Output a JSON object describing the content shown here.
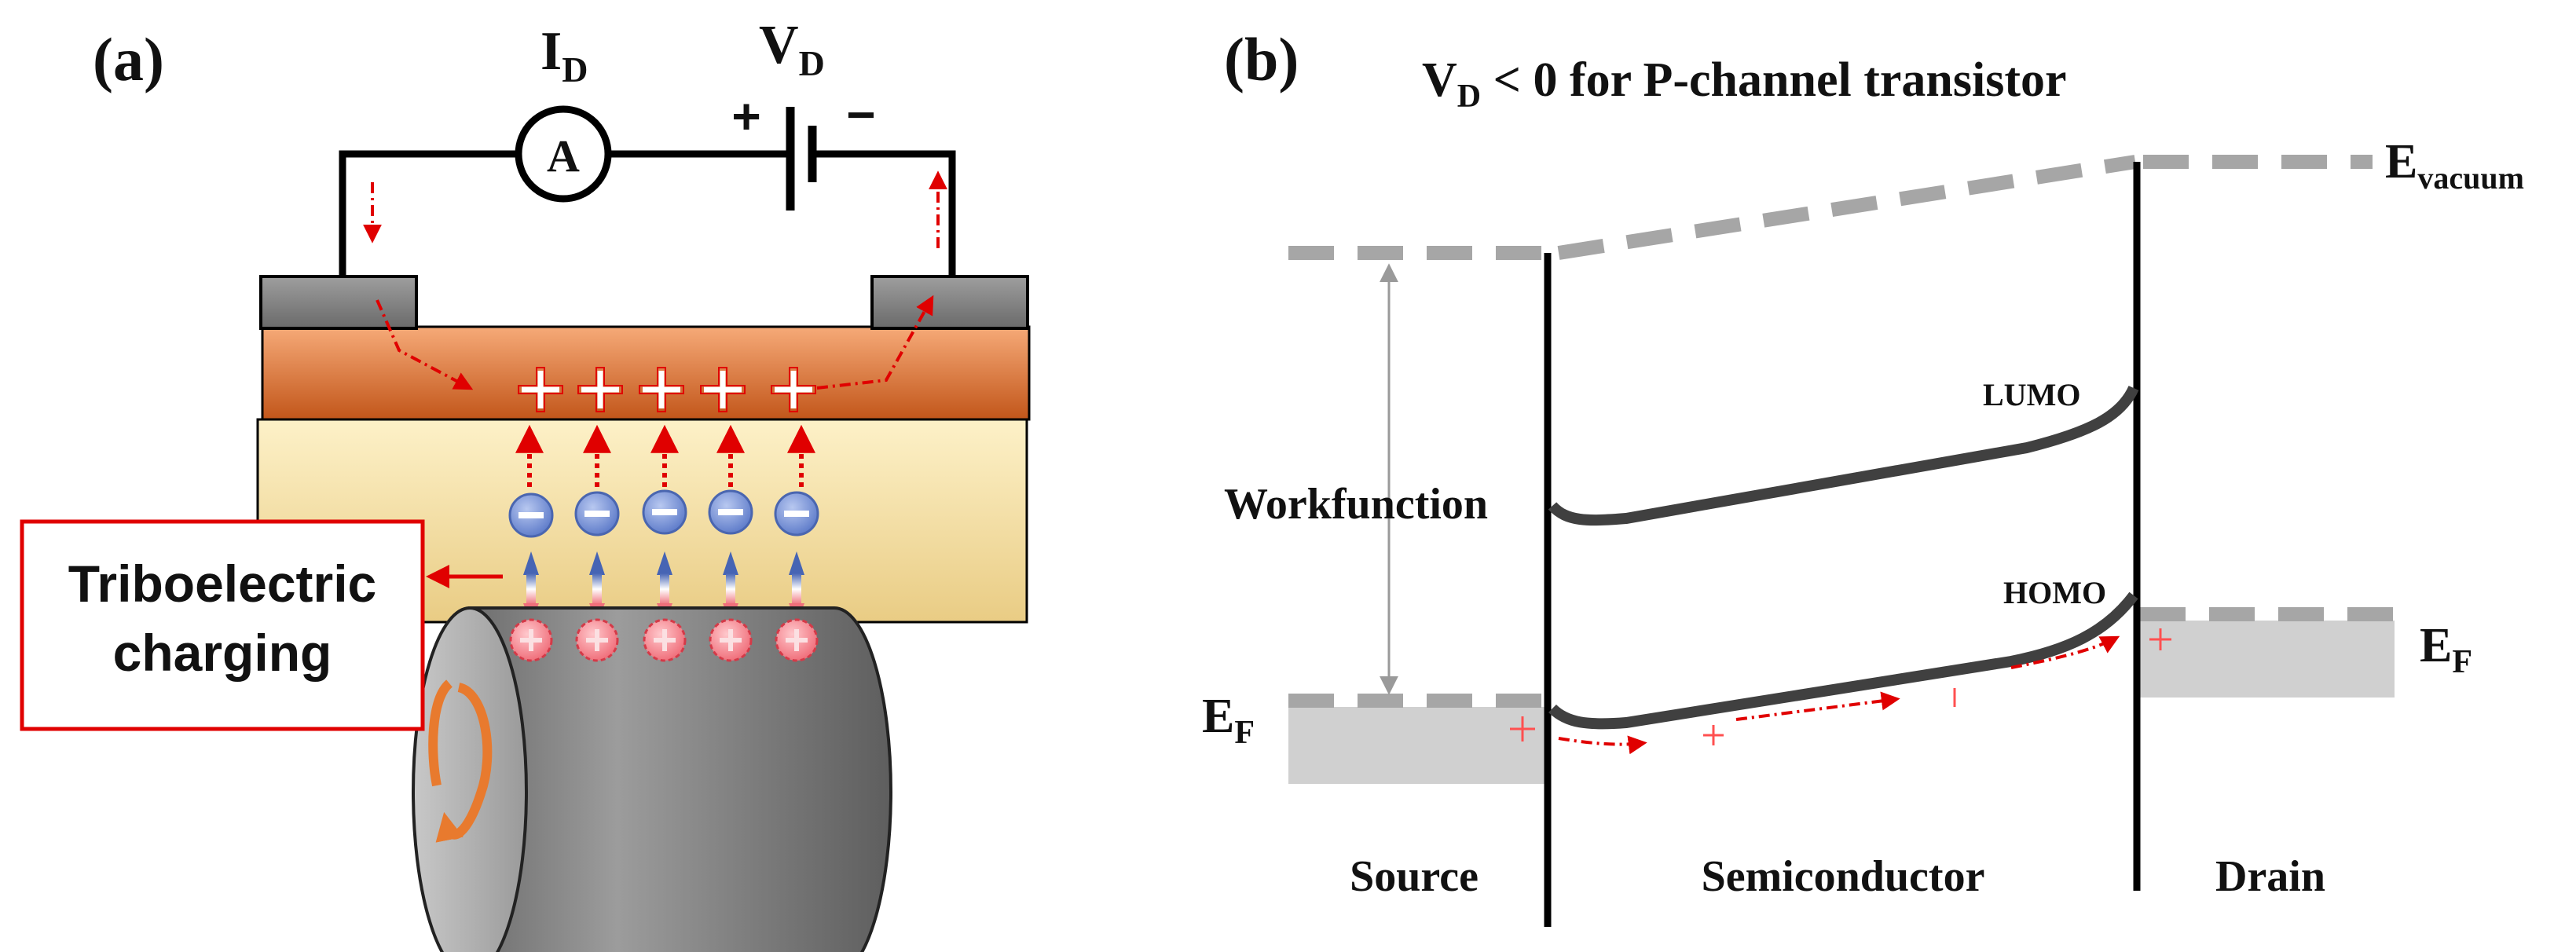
{
  "panel_a": {
    "label": "(a)",
    "ammeter_symbol": "A",
    "current_label": "I",
    "current_sub": "D",
    "voltage_label": "V",
    "voltage_sub": "D",
    "battery_plus": "+",
    "battery_minus": "−",
    "triboelectric_line1": "Triboelectric",
    "triboelectric_line2": "charging",
    "colors": {
      "semiconductor_top": "#f4a06c",
      "semiconductor_bottom": "#c45a1e",
      "dielectric_top": "#fcefc2",
      "dielectric_bottom": "#ecd08a",
      "electrode": "#8a8a8a",
      "cylinder": "#8c8c8c",
      "arrow_red": "#e00000",
      "electron_blue": "#6f8fd6",
      "hole_pink": "#f27c86",
      "rotation_arrow": "#e87a2e"
    }
  },
  "panel_b": {
    "label": "(b)",
    "title_main": "V",
    "title_sub": "D",
    "title_rest": " < 0 for P-channel transistor",
    "evacuum_main": "E",
    "evacuum_sub": "vacuum",
    "workfunction": "Workfunction",
    "ef_left_main": "E",
    "ef_left_sub": "F",
    "ef_right_main": "E",
    "ef_right_sub": "F",
    "lumo": "LUMO",
    "homo": "HOMO",
    "source": "Source",
    "semiconductor": "Semiconductor",
    "drain": "Drain",
    "colors": {
      "dashed": "#a6a6a6",
      "band": "#404040",
      "metal_fill": "#d0d0d0",
      "arrow_red": "#e00000"
    }
  }
}
